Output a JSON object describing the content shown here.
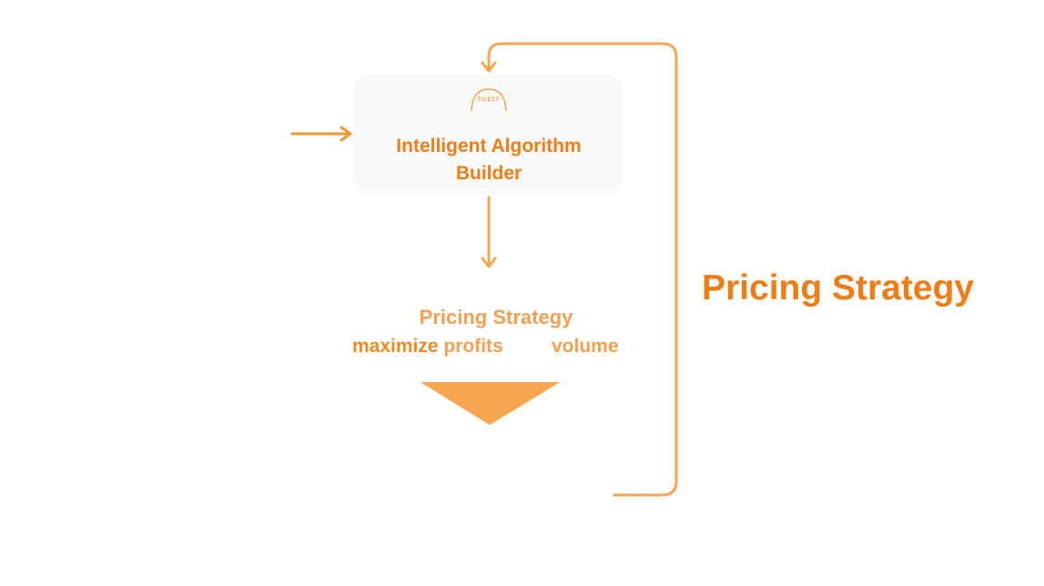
{
  "diagram": {
    "title": "Pricing Strategy",
    "builder": {
      "logo_text": "TILECT",
      "title_line1": "Intelligent Algorithm",
      "title_line2": "Builder"
    },
    "strategy": {
      "label": "Pricing Strategy",
      "goal_emphasis": "maximize",
      "goal_rest": "profits",
      "goal_volume": "volume"
    },
    "colors": {
      "accent": "#ef7d17",
      "accent_soft": "#f4a050",
      "card": "#f8f9f8"
    },
    "icons": {
      "input": "arrow-right-icon",
      "flow_down": "arrow-down-icon",
      "output": "triangle-down-icon",
      "feedback": "loop-arrow-icon"
    }
  }
}
